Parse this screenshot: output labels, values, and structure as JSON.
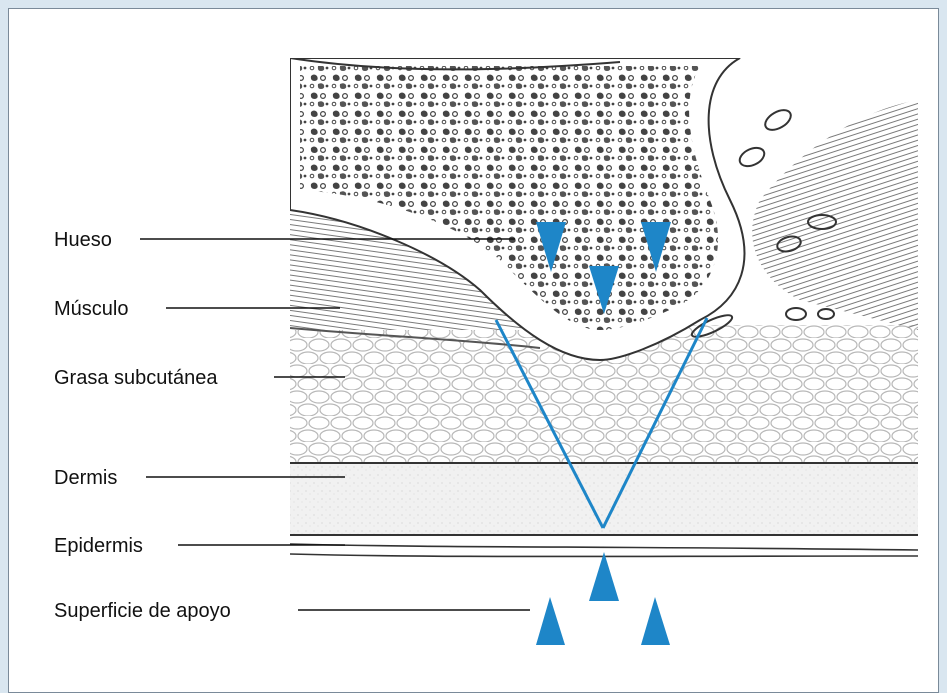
{
  "diagram": {
    "labels": {
      "hueso": "Hueso",
      "musculo": "Músculo",
      "grasa": "Grasa subcutánea",
      "dermis": "Dermis",
      "epidermis": "Epidermis",
      "superficie": "Superficie de apoyo"
    },
    "colors": {
      "arrow": "#1e86c8",
      "leader": "#111111",
      "tissue_line": "#333333"
    }
  }
}
